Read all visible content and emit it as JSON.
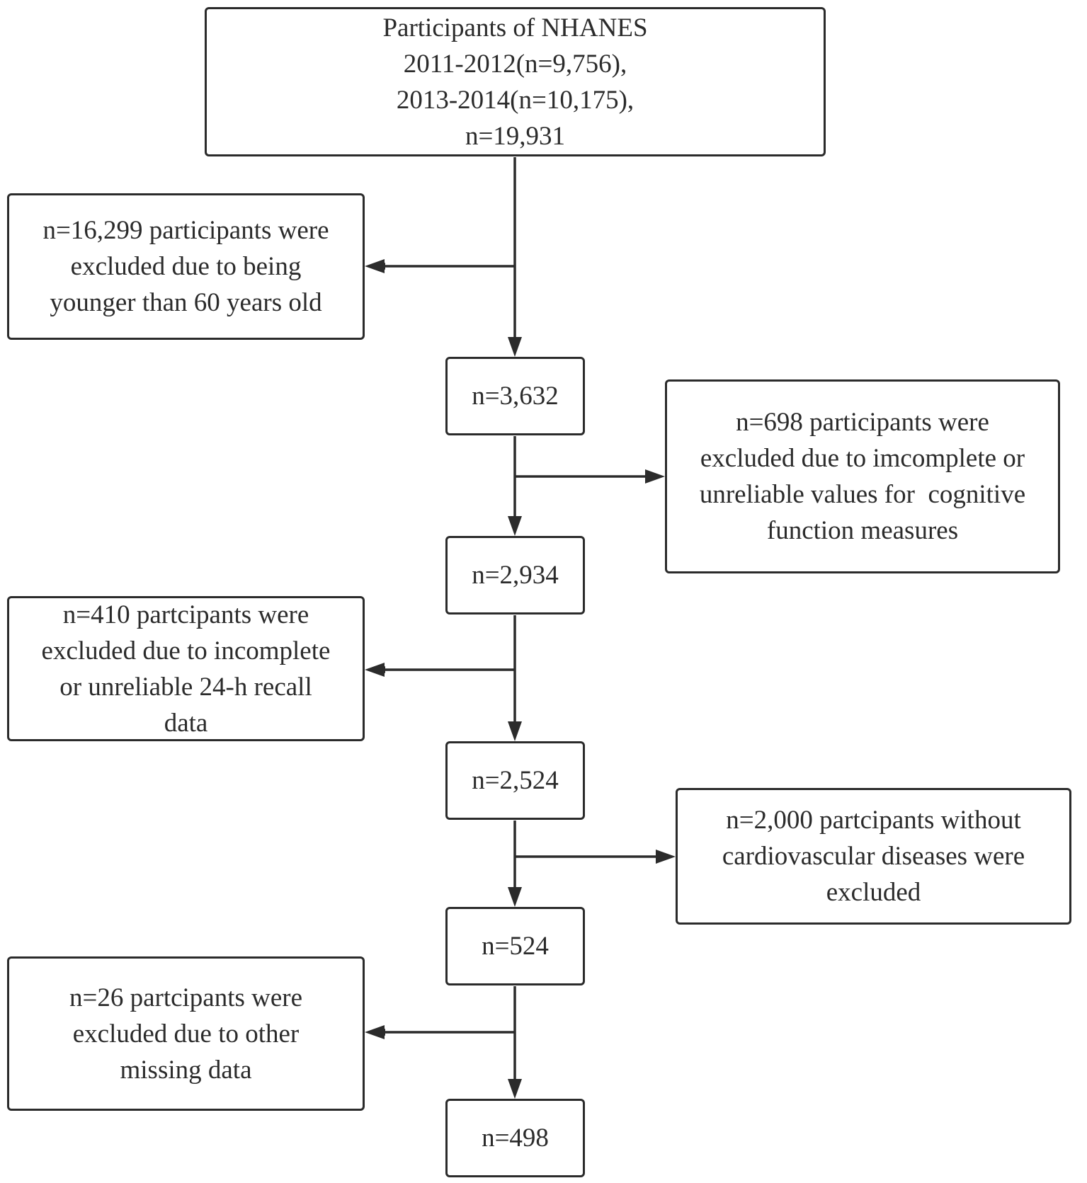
{
  "boxes": {
    "start": [
      "Participants of NHANES",
      "2011-2012(n=9,756),",
      "2013-2014(n=10,175),",
      "n=19,931"
    ],
    "excluded_1": [
      "n=16,299 participants were",
      "excluded due to being",
      "younger than 60 years old"
    ],
    "n_1": "n=3,632",
    "excluded_2": [
      "n=698 participants were",
      "excluded due to imcomplete or",
      "unreliable values for  cognitive",
      "function measures"
    ],
    "n_2": "n=2,934",
    "excluded_3": [
      "n=410 partcipants were",
      "excluded due to incomplete",
      "or unreliable 24-h recall",
      "data"
    ],
    "n_3": "n=2,524",
    "excluded_4": [
      "n=2,000 partcipants without",
      "cardiovascular diseases were",
      "excluded"
    ],
    "n_4": "n=524",
    "excluded_5": [
      "n=26 partcipants were",
      "excluded due to other",
      "missing data"
    ],
    "n_5": "n=498"
  },
  "colors": {
    "line": "#2b2b2b",
    "background": "#ffffff"
  }
}
